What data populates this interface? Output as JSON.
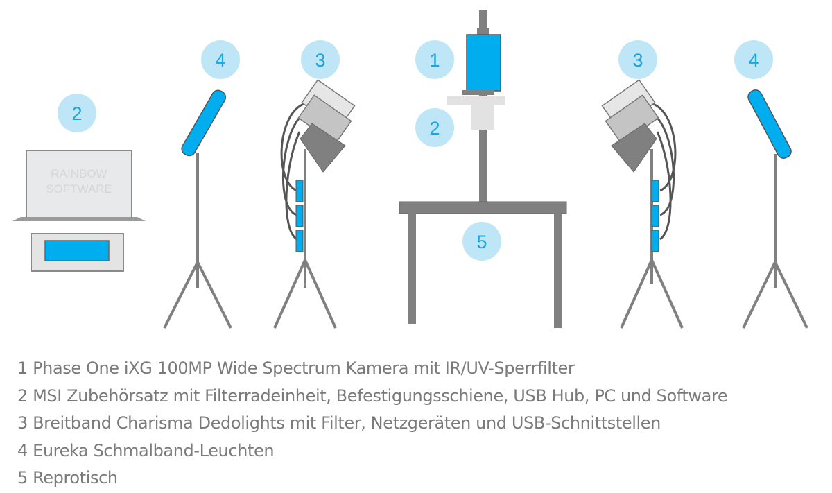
{
  "laptop": {
    "screen_line1": "RAINBOW",
    "screen_line2": "SOFTWARE"
  },
  "markers": {
    "camera": "1",
    "filter_wheel": "2",
    "laptop": "2",
    "dedolight_left": "3",
    "dedolight_right": "3",
    "eureka_left": "4",
    "eureka_right": "4",
    "table": "5"
  },
  "legend": [
    "1 Phase One iXG 100MP Wide Spectrum Kamera mit IR/UV-Sperrfilter",
    "2 MSI Zubehörsatz mit Filterradeinheit, Befestigungsschiene, USB Hub, PC und Software",
    "3 Breitband Charisma Dedolights mit Filter, Netzgeräten und USB-Schnittstellen",
    "4 Eureka Schmalband-Leuchten",
    "5 Reprotisch"
  ],
  "colors": {
    "accent": "#00aeef",
    "marker_fill": "#bfe6f6",
    "marker_text": "#1ba5dc",
    "equipment": "#808080",
    "text": "#7a7a7a"
  }
}
